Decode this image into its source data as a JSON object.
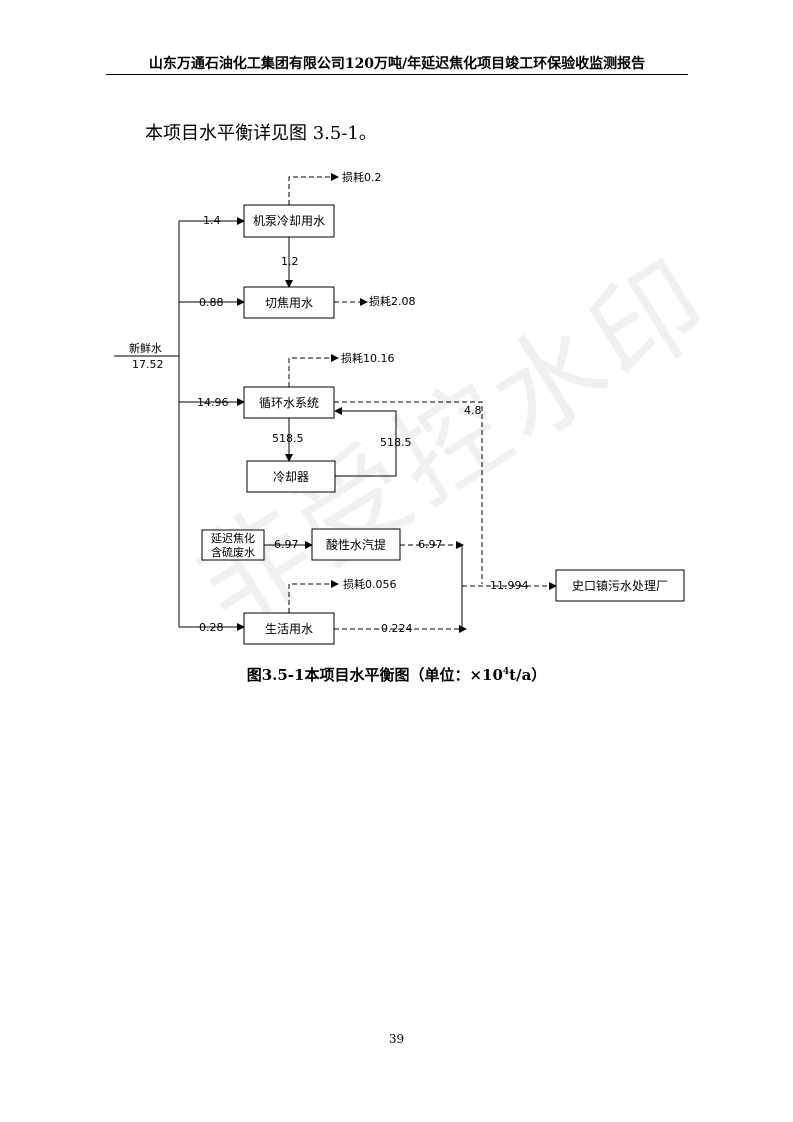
{
  "header": {
    "title": "山东万通石油化工集团有限公司120万吨/年延迟焦化项目竣工环保验收监测报告"
  },
  "intro": "本项目水平衡详见图 3.5-1。",
  "diagram": {
    "fresh_water_label": "新鲜水",
    "fresh_water_value": "17.52",
    "boxes": {
      "pump_cooling": "机泵冷却用水",
      "coke_cutting": "切焦用水",
      "circulating": "循环水系统",
      "cooler": "冷却器",
      "sour_waste_line1": "延迟焦化",
      "sour_waste_line2": "含硫废水",
      "sour_stripping": "酸性水汽提",
      "domestic": "生活用水",
      "treatment_plant": "史口镇污水处理厂"
    },
    "flows": {
      "to_pump": "1.4",
      "pump_loss": "损耗0.2",
      "pump_to_coke": "1.2",
      "to_coke": "0.88",
      "coke_loss": "损耗2.08",
      "circ_loss": "损耗10.16",
      "to_circ": "14.96",
      "circ_discharge": "4.8",
      "circ_to_cooler": "518.5",
      "cooler_to_circ": "518.5",
      "sour_in": "6.97",
      "sour_out": "6.97",
      "domestic_loss": "损耗0.056",
      "to_domestic": "0.28",
      "domestic_out": "0.224",
      "to_plant": "11.994"
    }
  },
  "caption": {
    "main": "图3.5-1本项目水平衡图（单位：×10",
    "sup": "4",
    "unit_tail": "t/a）"
  },
  "watermark": "非受控水印",
  "page_number": "39"
}
